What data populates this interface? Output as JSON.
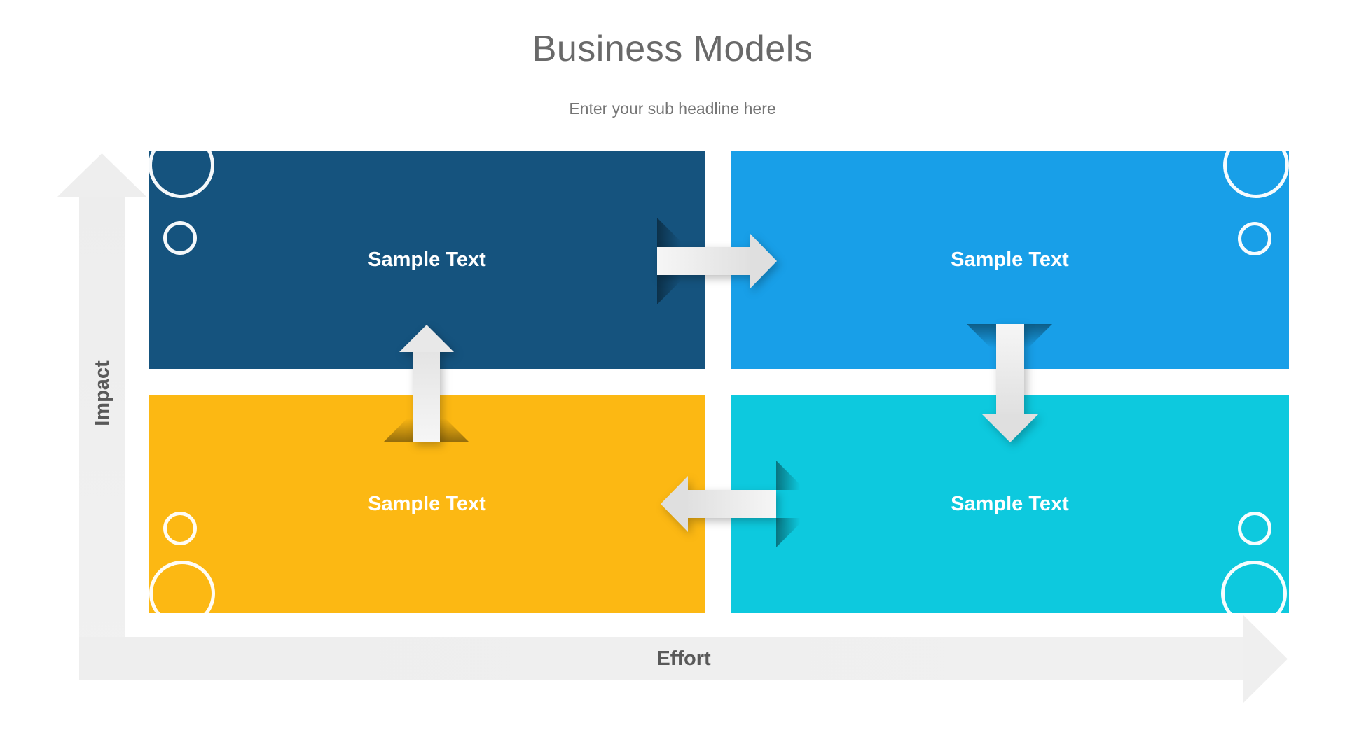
{
  "header": {
    "title": "Business Models",
    "subtitle": "Enter your sub headline here"
  },
  "axes": {
    "y_label": "Impact",
    "x_label": "Effort"
  },
  "quadrants": [
    {
      "position": "top-left",
      "label": "Sample Text",
      "color": "#15537E"
    },
    {
      "position": "top-right",
      "label": "Sample Text",
      "color": "#189FE8"
    },
    {
      "position": "bottom-left",
      "label": "Sample Text",
      "color": "#FCB813"
    },
    {
      "position": "bottom-right",
      "label": "Sample Text",
      "color": "#0DC9DE"
    }
  ],
  "arrows": [
    {
      "name": "arrow-top-left-to-top-right",
      "direction": "right"
    },
    {
      "name": "arrow-top-right-to-bottom-right",
      "direction": "down"
    },
    {
      "name": "arrow-bottom-left-to-top-left",
      "direction": "up"
    },
    {
      "name": "arrow-bottom-right-to-bottom-left",
      "direction": "left"
    }
  ],
  "colors": {
    "title_text": "#696969",
    "subtitle_text": "#757575",
    "axis_label_text": "#595959",
    "axis_bar": "#EFEFEF",
    "arrow": "#E8E8E8",
    "quadrant_text": "#FFFFFF"
  }
}
